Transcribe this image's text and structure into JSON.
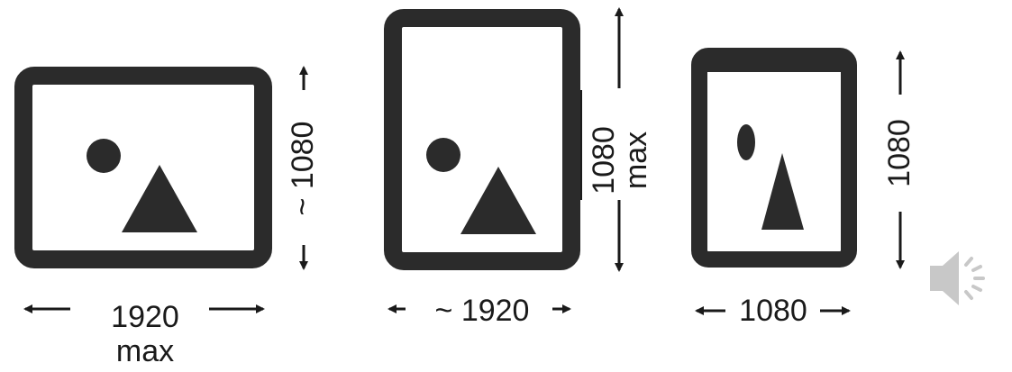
{
  "figures": [
    {
      "width_label_lines": [
        "1920",
        "max"
      ],
      "height_label": "~ 1080"
    },
    {
      "width_label": "~ 1920",
      "height_label_lines": [
        "1080",
        "max"
      ]
    },
    {
      "width_label": "1080",
      "height_label": "1080"
    }
  ],
  "speaker": {
    "icon": "speaker-icon"
  },
  "colors": {
    "frame": "#2b2b2b",
    "arrow": "#1a1a1a",
    "speaker": "#c8c8c8"
  }
}
